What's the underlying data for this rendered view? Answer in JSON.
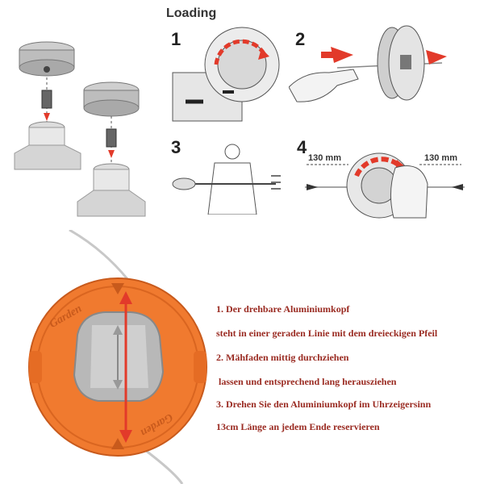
{
  "header": {
    "title": "Loading"
  },
  "steps": [
    {
      "number": "1"
    },
    {
      "number": "2"
    },
    {
      "number": "3"
    },
    {
      "number": "4"
    }
  ],
  "measure": {
    "left": "130 mm",
    "right": "130 mm"
  },
  "head": {
    "brand_top": "Garden",
    "brand_bottom": "Garden"
  },
  "instructions": [
    "1. Der drehbare Aluminiumkopf",
    "steht in einer geraden Linie mit dem dreieckigen Pfeil",
    "2. Mähfaden mittig durchziehen",
    " lassen und entsprechend lang herausziehen",
    "3. Drehen Sie den Aluminiumkopf im Uhrzeigersinn",
    "13cm Länge an jedem Ende reservieren"
  ],
  "colors": {
    "accent_red": "#e23a2a",
    "orange": "#f07a2f",
    "text_red": "#9a2b22"
  }
}
